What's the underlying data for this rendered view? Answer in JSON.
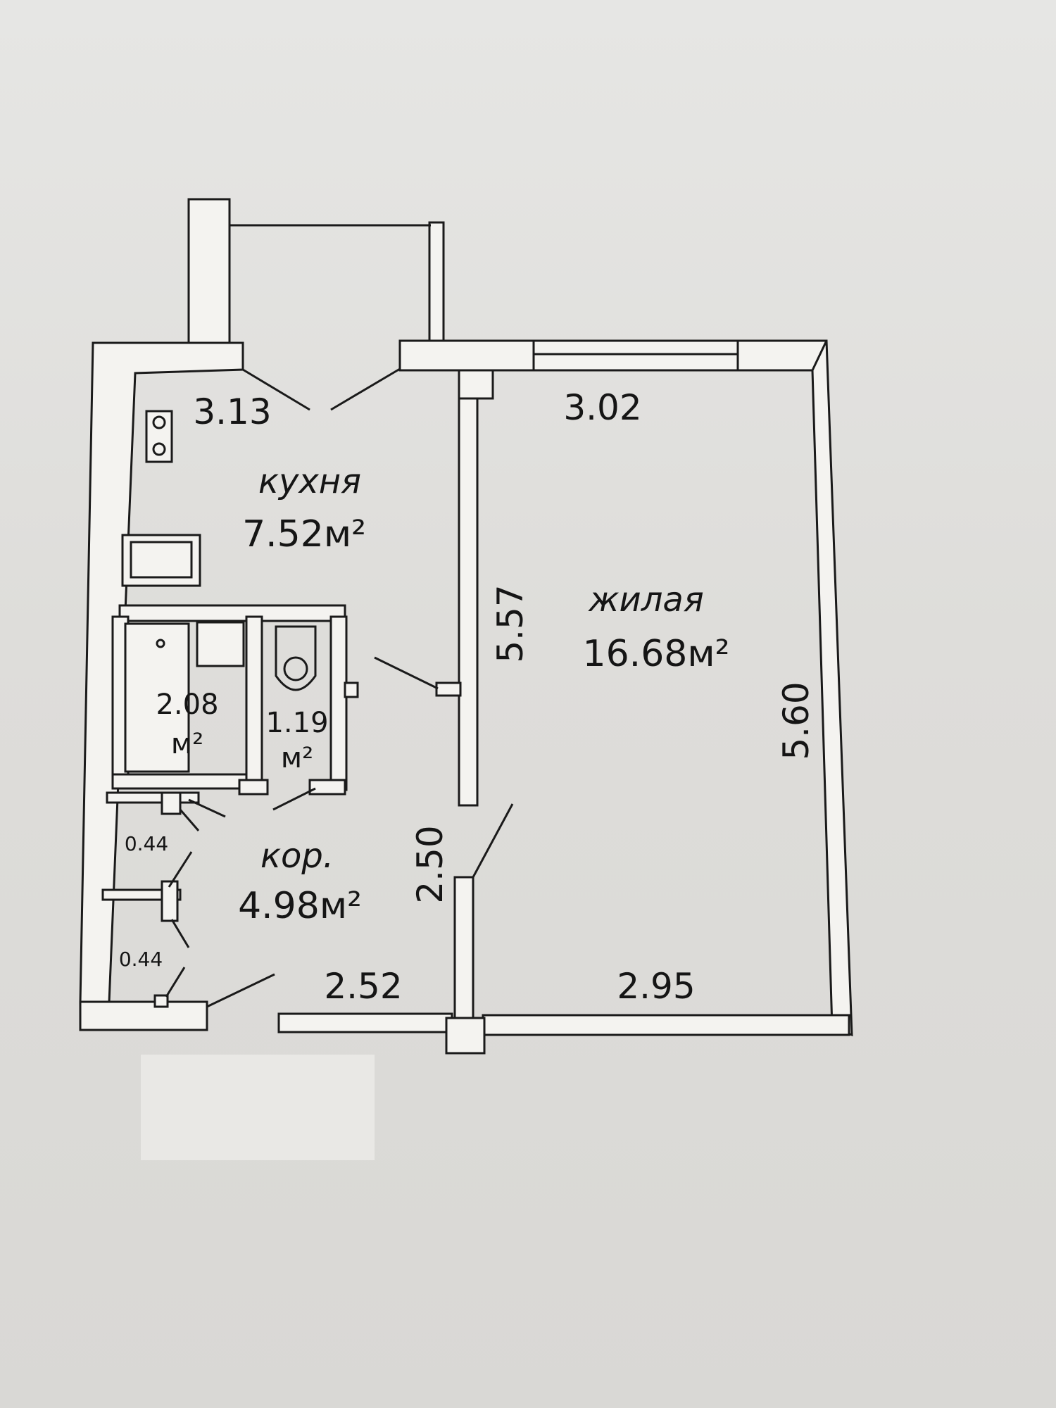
{
  "rooms": {
    "kitchen": {
      "name": "кухня",
      "area": "7.52м²"
    },
    "living": {
      "name": "жилая",
      "area": "16.68м²"
    },
    "bath": {
      "area_line1": "2.08",
      "area_line2": "м²"
    },
    "wc": {
      "area_line1": "1.19",
      "area_line2": "м²"
    },
    "corridor": {
      "name": "кор.",
      "area": "4.98м²"
    },
    "closet_upper": {
      "area": "0.44"
    },
    "closet_lower": {
      "area": "0.44"
    }
  },
  "dimensions": {
    "kitchen_width": "3.13",
    "living_width_top": "3.02",
    "kitchen_length": "5.57",
    "living_length": "5.60",
    "corridor_length": "2.50",
    "corridor_width": "2.52",
    "living_width_bottom": "2.95"
  }
}
